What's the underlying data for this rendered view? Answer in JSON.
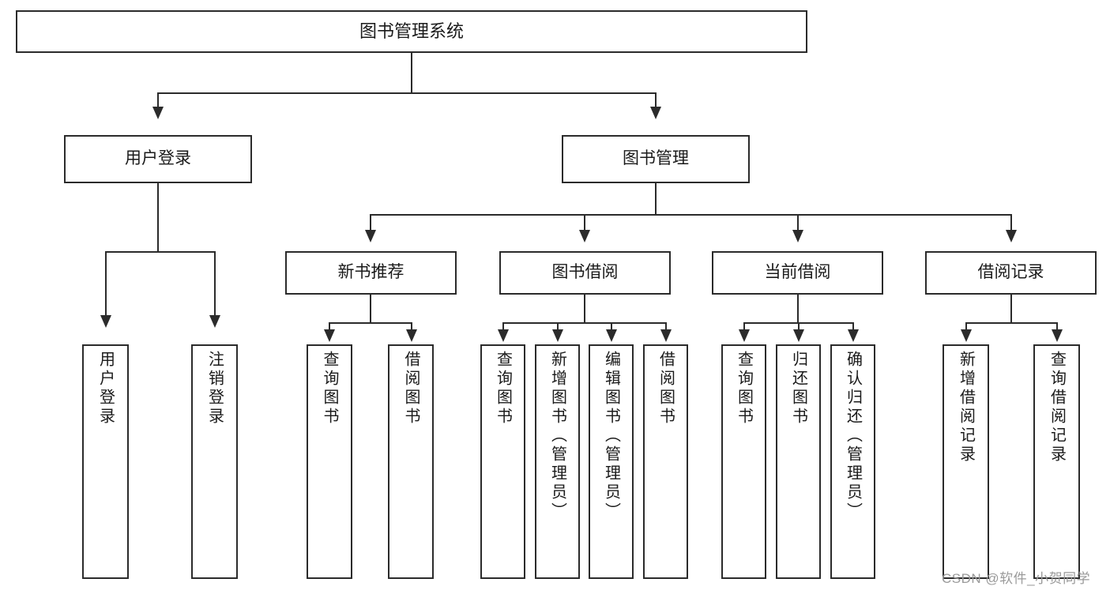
{
  "diagram": {
    "title": "图书管理系统",
    "type": "hierarchy-tree",
    "orientation": "top-down",
    "levels": 4,
    "colors": {
      "stroke": "#2b2b2b",
      "fill": "#ffffff",
      "text": "#1a1a1a",
      "watermark": "#9a9a9a"
    }
  },
  "nodes": {
    "root": {
      "label": "图书管理系统"
    },
    "level2": [
      {
        "label": "用户登录"
      },
      {
        "label": "图书管理"
      }
    ],
    "level3": [
      {
        "label": "新书推荐"
      },
      {
        "label": "图书借阅"
      },
      {
        "label": "当前借阅"
      },
      {
        "label": "借阅记录"
      }
    ],
    "leaves": {
      "user_login": [
        {
          "label": "用户登录"
        },
        {
          "label": "注销登录"
        }
      ],
      "new_book_recommend": [
        {
          "label": "查询图书"
        },
        {
          "label": "借阅图书"
        }
      ],
      "book_borrow": [
        {
          "label": "查询图书"
        },
        {
          "label": "新增图书（管理员）"
        },
        {
          "label": "编辑图书（管理员）"
        },
        {
          "label": "借阅图书"
        }
      ],
      "current_borrow": [
        {
          "label": "查询图书"
        },
        {
          "label": "归还图书"
        },
        {
          "label": "确认归还（管理员）"
        }
      ],
      "borrow_records": [
        {
          "label": "新增借阅记录"
        },
        {
          "label": "查询借阅记录"
        }
      ]
    }
  },
  "watermark": {
    "text": "CSDN @软件_小贺同学"
  }
}
